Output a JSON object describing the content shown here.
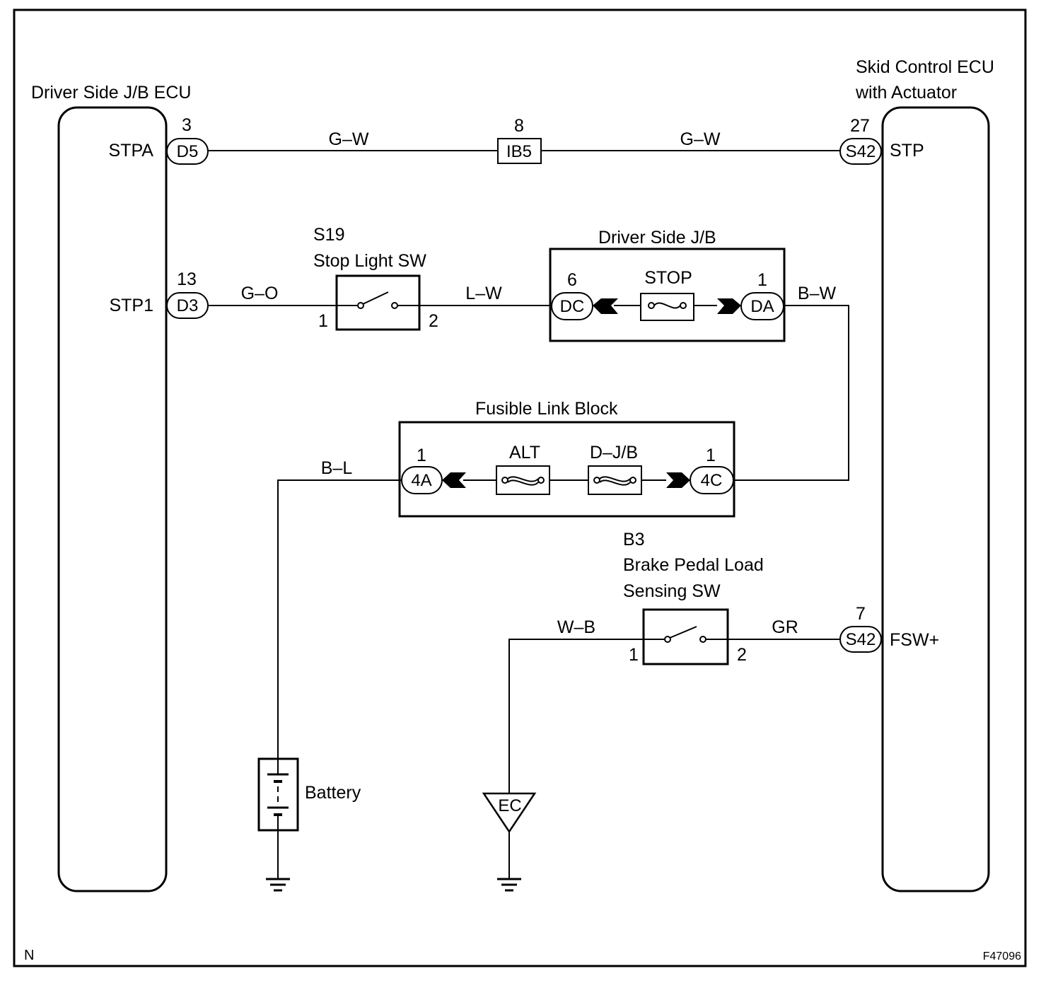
{
  "components": {
    "left_ecu": "Driver Side J/B ECU",
    "right_ecu_line1": "Skid Control ECU",
    "right_ecu_line2": "with Actuator",
    "stop_switch_code": "S19",
    "stop_switch_name": "Stop Light SW",
    "driver_jb": "Driver Side J/B",
    "fusible_block": "Fusible Link Block",
    "brake_switch_code": "B3",
    "brake_switch_line1": "Brake Pedal Load",
    "brake_switch_line2": "Sensing SW",
    "battery": "Battery"
  },
  "terminals": {
    "stpa": "STPA",
    "stp1": "STP1",
    "stp": "STP",
    "fsw": "FSW+"
  },
  "connectors": {
    "d5": "D5",
    "d3": "D3",
    "ib5": "IB5",
    "s42_top": "S42",
    "s42_bot": "S42",
    "dc": "DC",
    "da": "DA",
    "c4a": "4A",
    "c4c": "4C"
  },
  "pins": {
    "d5": "3",
    "ib5": "8",
    "s42_top": "27",
    "d3": "13",
    "s19_in": "1",
    "s19_out": "2",
    "dc": "6",
    "da": "1",
    "c4a": "1",
    "c4c": "1",
    "b3_in": "1",
    "b3_out": "2",
    "s42_bot": "7"
  },
  "wires": {
    "gw_left": "G–W",
    "gw_right": "G–W",
    "go": "G–O",
    "lw": "L–W",
    "bw": "B–W",
    "bl": "B–L",
    "wb": "W–B",
    "gr": "GR"
  },
  "fuses": {
    "stop": "STOP",
    "alt": "ALT",
    "djb": "D–J/B"
  },
  "ground_point": "EC",
  "footer": {
    "corner_left": "N",
    "figure_id": "F47096"
  }
}
